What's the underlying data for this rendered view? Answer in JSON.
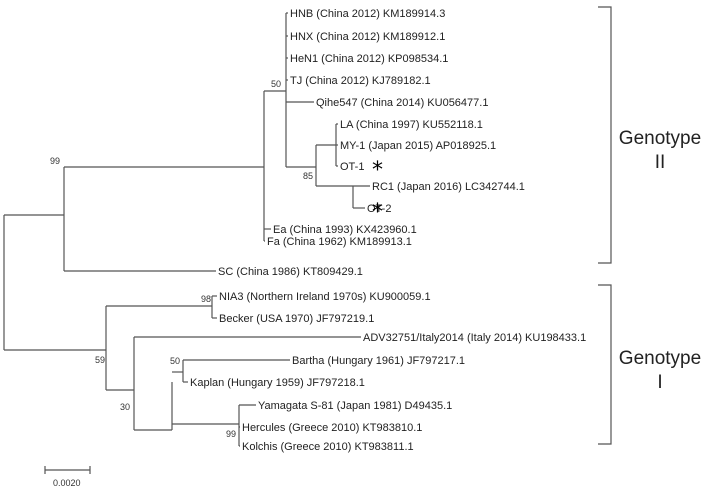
{
  "taxa": [
    {
      "id": "hnb",
      "label": "HNB (China 2012) KM189914.3"
    },
    {
      "id": "hnx",
      "label": "HNX (China 2012) KM189912.1"
    },
    {
      "id": "hen1",
      "label": "HeN1 (China 2012) KP098534.1"
    },
    {
      "id": "tj",
      "label": "TJ (China 2012) KJ789182.1"
    },
    {
      "id": "qihe547",
      "label": "Qihe547 (China 2014) KU056477.1"
    },
    {
      "id": "la",
      "label": "LA (China 1997) KU552118.1"
    },
    {
      "id": "my1",
      "label": "MY-1 (Japan 2015) AP018925.1"
    },
    {
      "id": "ot1",
      "label": "OT-1",
      "marker": "*"
    },
    {
      "id": "rc1",
      "label": "RC1 (Japan 2016) LC342744.1"
    },
    {
      "id": "ot2",
      "label": "OT-2",
      "marker": "*"
    },
    {
      "id": "ea",
      "label": "Ea (China 1993) KX423960.1"
    },
    {
      "id": "fa",
      "label": "Fa (China 1962) KM189913.1"
    },
    {
      "id": "sc",
      "label": "SC (China 1986) KT809429.1"
    },
    {
      "id": "nia3",
      "label": "NIA3 (Northern Ireland 1970s) KU900059.1"
    },
    {
      "id": "becker",
      "label": "Becker (USA 1970) JF797219.1"
    },
    {
      "id": "adv",
      "label": "ADV32751/Italy2014 (Italy 2014) KU198433.1"
    },
    {
      "id": "bartha",
      "label": "Bartha (Hungary 1961) JF797217.1"
    },
    {
      "id": "kaplan",
      "label": "Kaplan (Hungary 1959) JF797218.1"
    },
    {
      "id": "yamagata",
      "label": "Yamagata S-81 (Japan 1981) D49435.1"
    },
    {
      "id": "hercules",
      "label": "Hercules (Greece 2010) KT983810.1"
    },
    {
      "id": "kolchis",
      "label": "Kolchis (Greece 2010) KT983811.1"
    }
  ],
  "bootstrap": [
    {
      "id": "b50a",
      "value": "50"
    },
    {
      "id": "b99a",
      "value": "99"
    },
    {
      "id": "b85",
      "value": "85"
    },
    {
      "id": "b98",
      "value": "98"
    },
    {
      "id": "b59",
      "value": "59"
    },
    {
      "id": "b50b",
      "value": "50"
    },
    {
      "id": "b30",
      "value": "30"
    },
    {
      "id": "b99b",
      "value": "99"
    }
  ],
  "groups": [
    {
      "id": "genotype-2",
      "line1": "Genotype",
      "line2": "II"
    },
    {
      "id": "genotype-1",
      "line1": "Genotype",
      "line2": "I"
    }
  ],
  "scale_bar": {
    "label": "0.0020"
  }
}
